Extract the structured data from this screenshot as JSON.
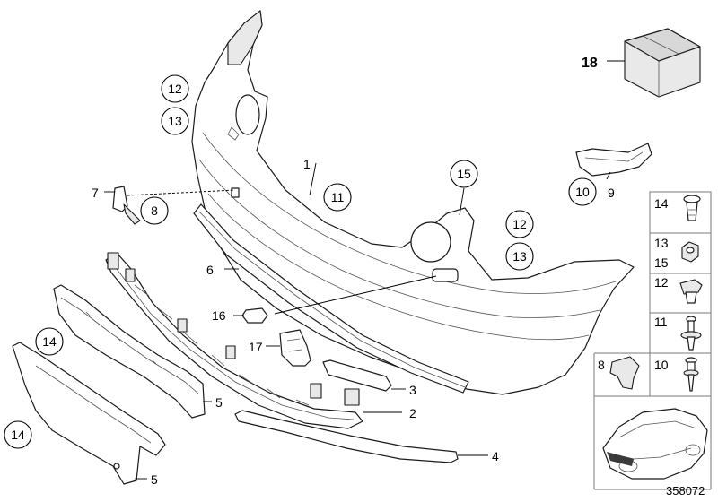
{
  "callouts": {
    "c12a": "12",
    "c13a": "13",
    "c11": "11",
    "c15": "15",
    "c12b": "12",
    "c13b": "13",
    "c8": "8",
    "c10": "10",
    "c14a": "14",
    "c14b": "14"
  },
  "labels": {
    "l1": "1",
    "l2": "2",
    "l3": "3",
    "l4": "4",
    "l5a": "5",
    "l5b": "5",
    "l6": "6",
    "l7": "7",
    "l9": "9",
    "l16": "16",
    "l17": "17",
    "l18": "18"
  },
  "legend": {
    "rows": [
      {
        "nums": [
          "14"
        ]
      },
      {
        "nums": [
          "13",
          "15"
        ]
      },
      {
        "nums": [
          "12"
        ]
      },
      {
        "nums": [
          "11"
        ]
      },
      {
        "nums": [
          "8",
          "10"
        ]
      }
    ]
  },
  "diagram_id": "358072"
}
